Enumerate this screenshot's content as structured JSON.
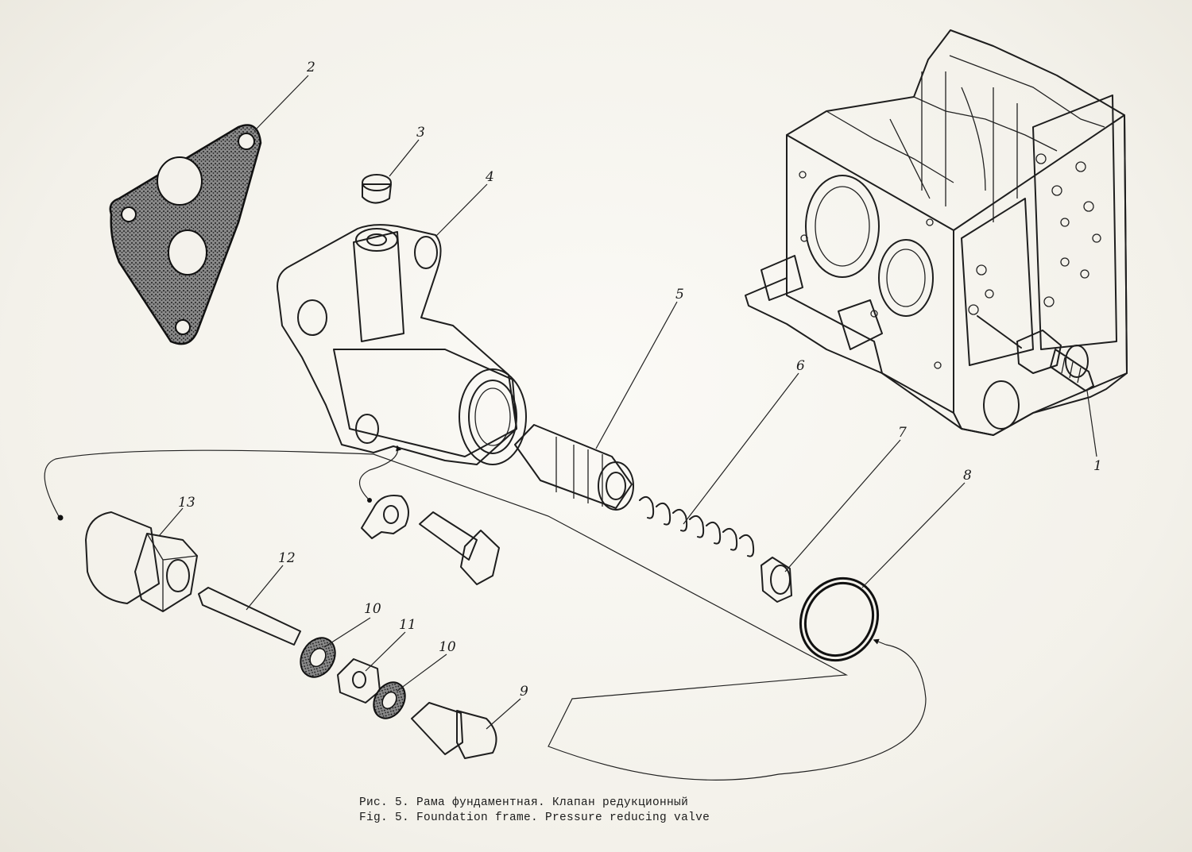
{
  "callouts": {
    "c1": "1",
    "c2": "2",
    "c3": "3",
    "c4": "4",
    "c5": "5",
    "c6": "6",
    "c7": "7",
    "c8": "8",
    "c9": "9",
    "c10a": "10",
    "c10b": "10",
    "c11": "11",
    "c12": "12",
    "c13": "13"
  },
  "caption": {
    "line_ru": "Рис. 5. Рама фундаментная. Клапан редукционный",
    "line_en": "Fig. 5. Foundation frame. Pressure reducing valve"
  }
}
